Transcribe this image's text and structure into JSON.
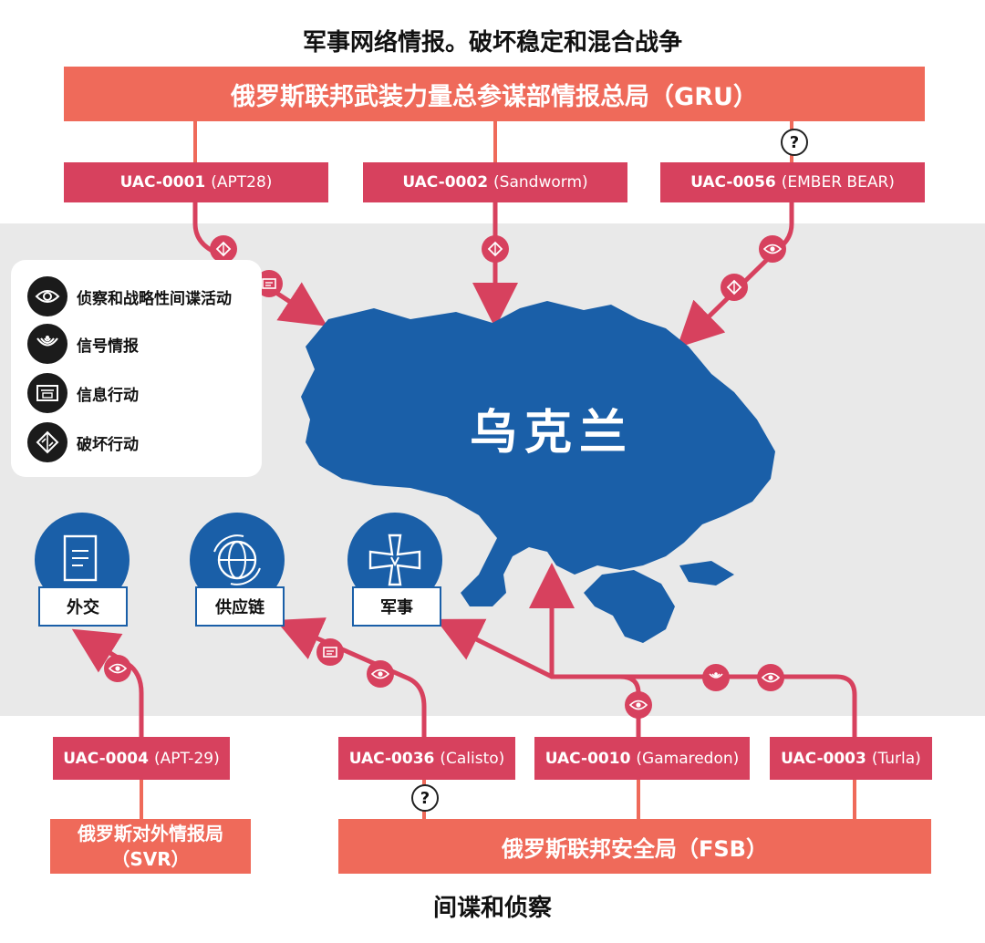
{
  "titles": {
    "top": "军事网络情报。破坏稳定和混合战争",
    "bottom": "间谍和侦察"
  },
  "agencies": {
    "gru": "俄罗斯联邦武装力量总参谋部情报总局（GRU）",
    "fsb": "俄罗斯联邦安全局（FSB）",
    "svr_line1": "俄罗斯对外情报局",
    "svr_line2": "（SVR）"
  },
  "groups": {
    "g0001": {
      "code": "UAC-0001",
      "name": "(APT28)"
    },
    "g0002": {
      "code": "UAC-0002",
      "name": "(Sandworm)"
    },
    "g0056": {
      "code": "UAC-0056",
      "name": "(EMBER BEAR)"
    },
    "g0004": {
      "code": "UAC-0004",
      "name": "(APT-29)"
    },
    "g0036": {
      "code": "UAC-0036",
      "name": "(Calisto)"
    },
    "g0010": {
      "code": "UAC-0010",
      "name": "(Gamaredon)"
    },
    "g0003": {
      "code": "UAC-0003",
      "name": "(Turla)"
    }
  },
  "legend": [
    {
      "icon": "eye-icon",
      "label": "侦察和战略性间谍活动"
    },
    {
      "icon": "signal-icon",
      "label": "信号情报"
    },
    {
      "icon": "info-ops-icon",
      "label": "信息行动"
    },
    {
      "icon": "sabotage-icon",
      "label": "破坏行动"
    }
  ],
  "country": "乌克兰",
  "targets": {
    "diplomacy": "外交",
    "supply_chain": "供应链",
    "military": "军事"
  },
  "unknown_mark": "?",
  "colors": {
    "gru_bar": "#ef6a5a",
    "group_box": "#d7415e",
    "map_blue": "#1a5fa8",
    "legend_icon_bg": "#1b1b1b"
  }
}
